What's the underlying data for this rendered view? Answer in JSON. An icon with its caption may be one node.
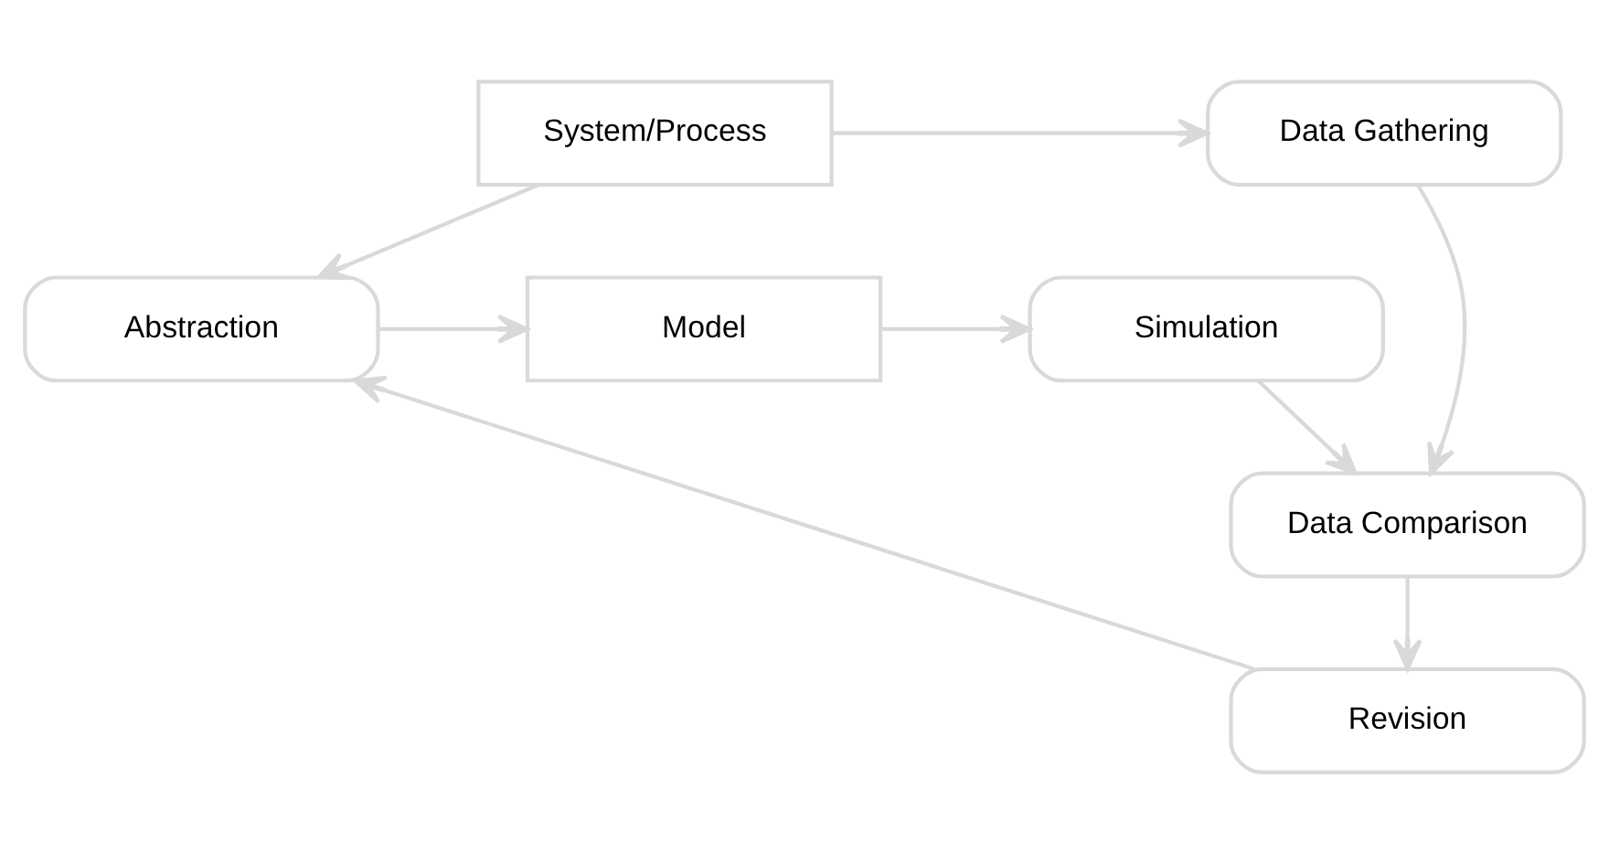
{
  "diagram": {
    "nodes": [
      {
        "text": [
          "System/Process"
        ]
      },
      {
        "text": [
          "Data Gathering"
        ]
      },
      {
        "text": [
          "Abstraction"
        ]
      },
      {
        "text": [
          "Model"
        ]
      },
      {
        "text": [
          "Simulation"
        ]
      },
      {
        "text": [
          "Data Comparison"
        ]
      },
      {
        "text": [
          "Revision"
        ]
      }
    ],
    "edges": [
      {
        "from": 0,
        "to": 1,
        "arrow": "to"
      },
      {
        "from": 0,
        "to": 2,
        "arrow": "to"
      },
      {
        "from": 2,
        "to": 3,
        "arrow": "to"
      },
      {
        "from": 3,
        "to": 4,
        "arrow": "to"
      },
      {
        "from": 4,
        "to": 5,
        "arrow": "to"
      },
      {
        "from": 1,
        "to": 5,
        "arrow": "to"
      },
      {
        "from": 5,
        "to": 6,
        "arrow": "to"
      },
      {
        "from": 6,
        "to": 2,
        "arrow": "to"
      }
    ]
  }
}
